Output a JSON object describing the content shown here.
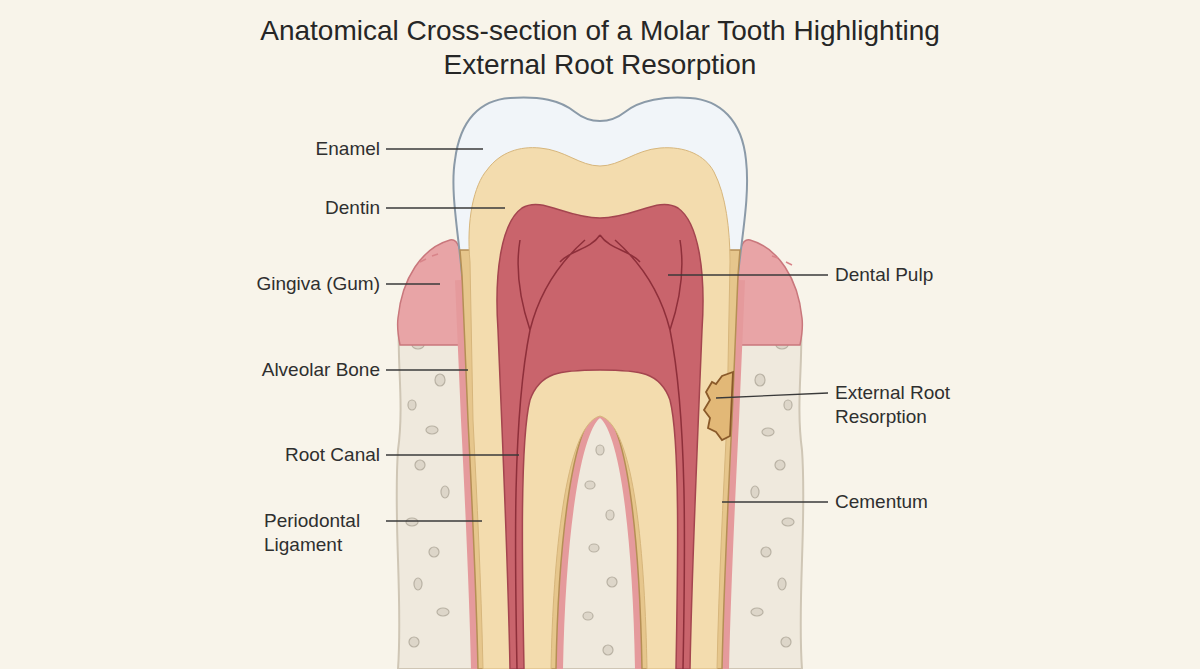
{
  "diagram": {
    "title": "Anatomical Cross-section of a Molar Tooth Highlighting External Root Resorption",
    "labels": [
      "Enamel",
      "Dentin",
      "Gingiva (Gum)",
      "Alveolar Bone",
      "Root Canal",
      "Periodontal Ligament",
      "Dental Pulp",
      "External Root Resorption",
      "Cementum"
    ]
  }
}
